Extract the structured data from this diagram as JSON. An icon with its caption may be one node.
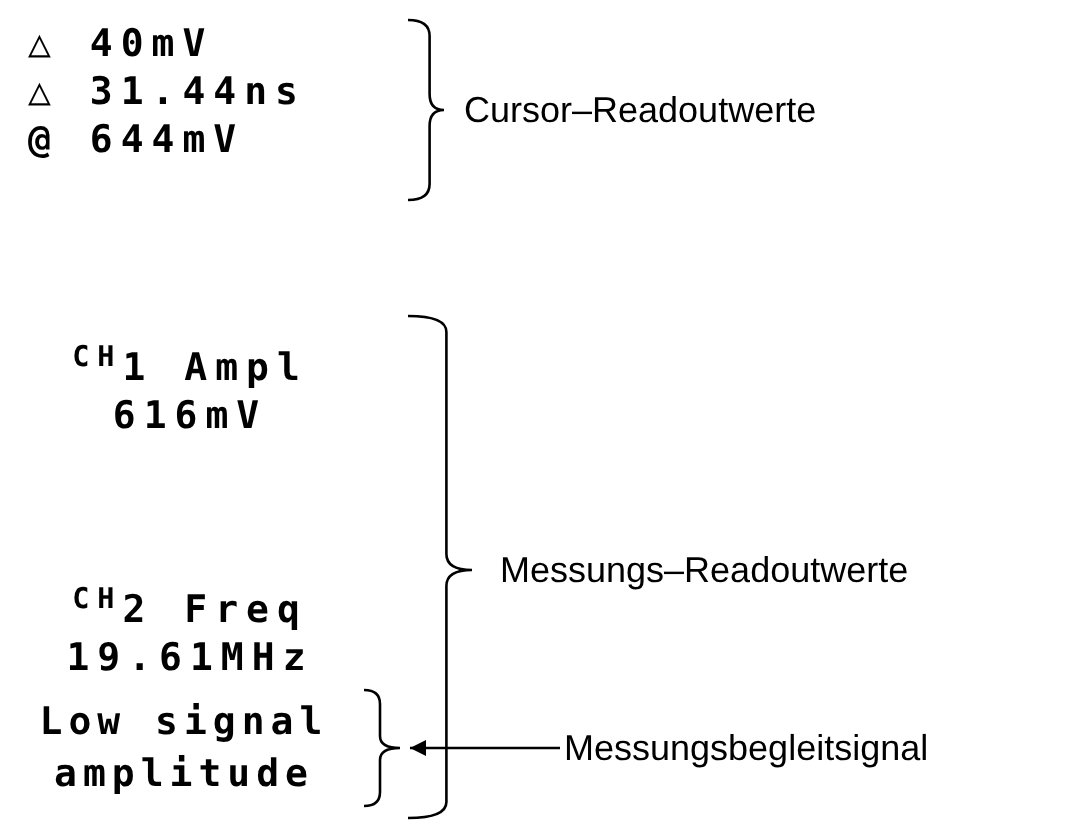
{
  "diagram": {
    "nodes": [
      {
        "text": [
          "Low signal amplitude"
        ]
      },
      {
        "text": [
          "Messungsbegleitsignal"
        ]
      }
    ],
    "edges": [
      {
        "from": 1,
        "to": 0,
        "arrow": "to"
      }
    ],
    "labels": [
      "△ 40mV",
      "△ 31.44ns",
      "@ 644mV",
      "Cursor–Readoutwerte",
      "$^{CH}$1 Ampl",
      "616mV",
      "$^{CH}$2 Freq",
      "19.61MHz",
      "Messungs–Readoutwerte"
    ]
  }
}
